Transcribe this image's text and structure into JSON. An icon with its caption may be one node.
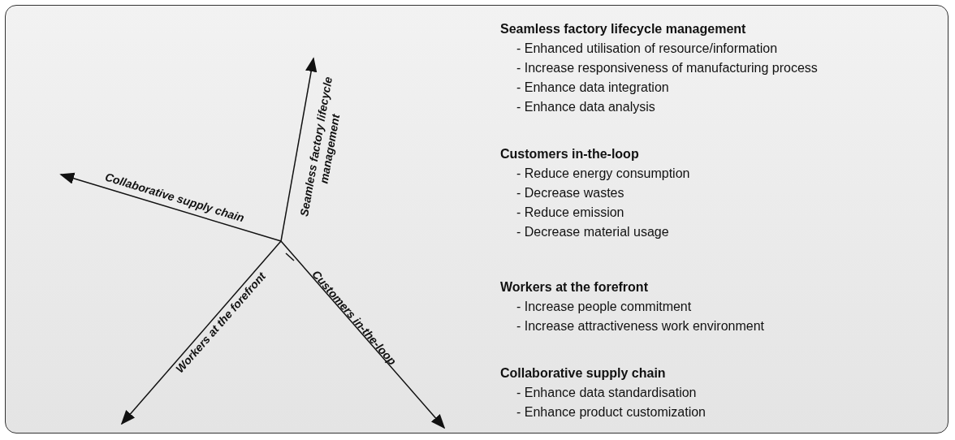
{
  "diagram": {
    "labels": [
      "Seamless factory lifecycle management",
      "Collaborative supply chain",
      "Workers at the forefront",
      "Customers in-the-loop",
      "Seamless factory lifecycle management",
      "- Enhanced utilisation of resource/information",
      "- Increase responsiveness of manufacturing process",
      "- Enhance data integration",
      "- Enhance data analysis",
      "Customers in-the-loop",
      "- Reduce energy consumption",
      "- Decrease wastes",
      "- Reduce emission",
      "- Decrease material usage",
      "Workers at the forefront",
      "- Increase people commitment",
      "- Increase attractiveness work environment",
      "Collaborative supply chain",
      "- Enhance data standardisation",
      "- Enhance product customization"
    ]
  }
}
